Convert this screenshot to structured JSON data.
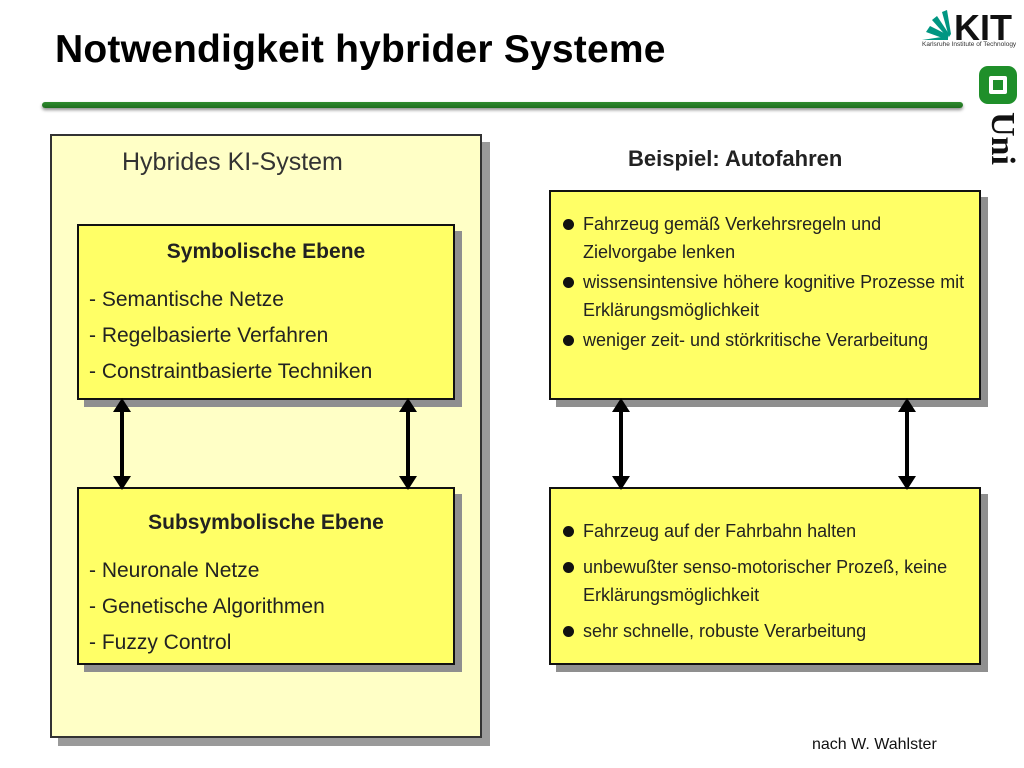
{
  "slide": {
    "title": "Notwendigkeit hybrider Systeme",
    "credit": "nach W. Wahlster"
  },
  "logo": {
    "kit_text": "KIT",
    "kit_tagline": "Karlsruhe Institute of Technology",
    "side_text": "Uni",
    "brand_color": "#009682"
  },
  "left_panel": {
    "title": "Hybrides KI-System",
    "symbolic": {
      "heading": "Symbolische Ebene",
      "items": [
        "- Semantische Netze",
        "- Regelbasierte Verfahren",
        "- Constraintbasierte Techniken"
      ]
    },
    "subsymbolic": {
      "heading": "Subsymbolische Ebene",
      "items": [
        "- Neuronale Netze",
        "- Genetische Algorithmen",
        "- Fuzzy Control"
      ]
    }
  },
  "example": {
    "title": "Beispiel: Autofahren",
    "upper_box": [
      "Fahrzeug gemäß Verkehrsregeln und Zielvorgabe lenken",
      "wissensintensive höhere kognitive Prozesse mit Erklärungsmöglichkeit",
      "weniger zeit- und störkritische Verarbeitung"
    ],
    "lower_box": [
      "Fahrzeug auf der Fahrbahn halten",
      "unbewußter senso-motorischer Prozeß, keine Erklärungsmöglichkeit",
      "sehr schnelle, robuste Verarbeitung"
    ]
  },
  "colors": {
    "panel_fill": "#ffffc6",
    "box_fill": "#ffff66",
    "title_rule": "#2e8b2e"
  }
}
